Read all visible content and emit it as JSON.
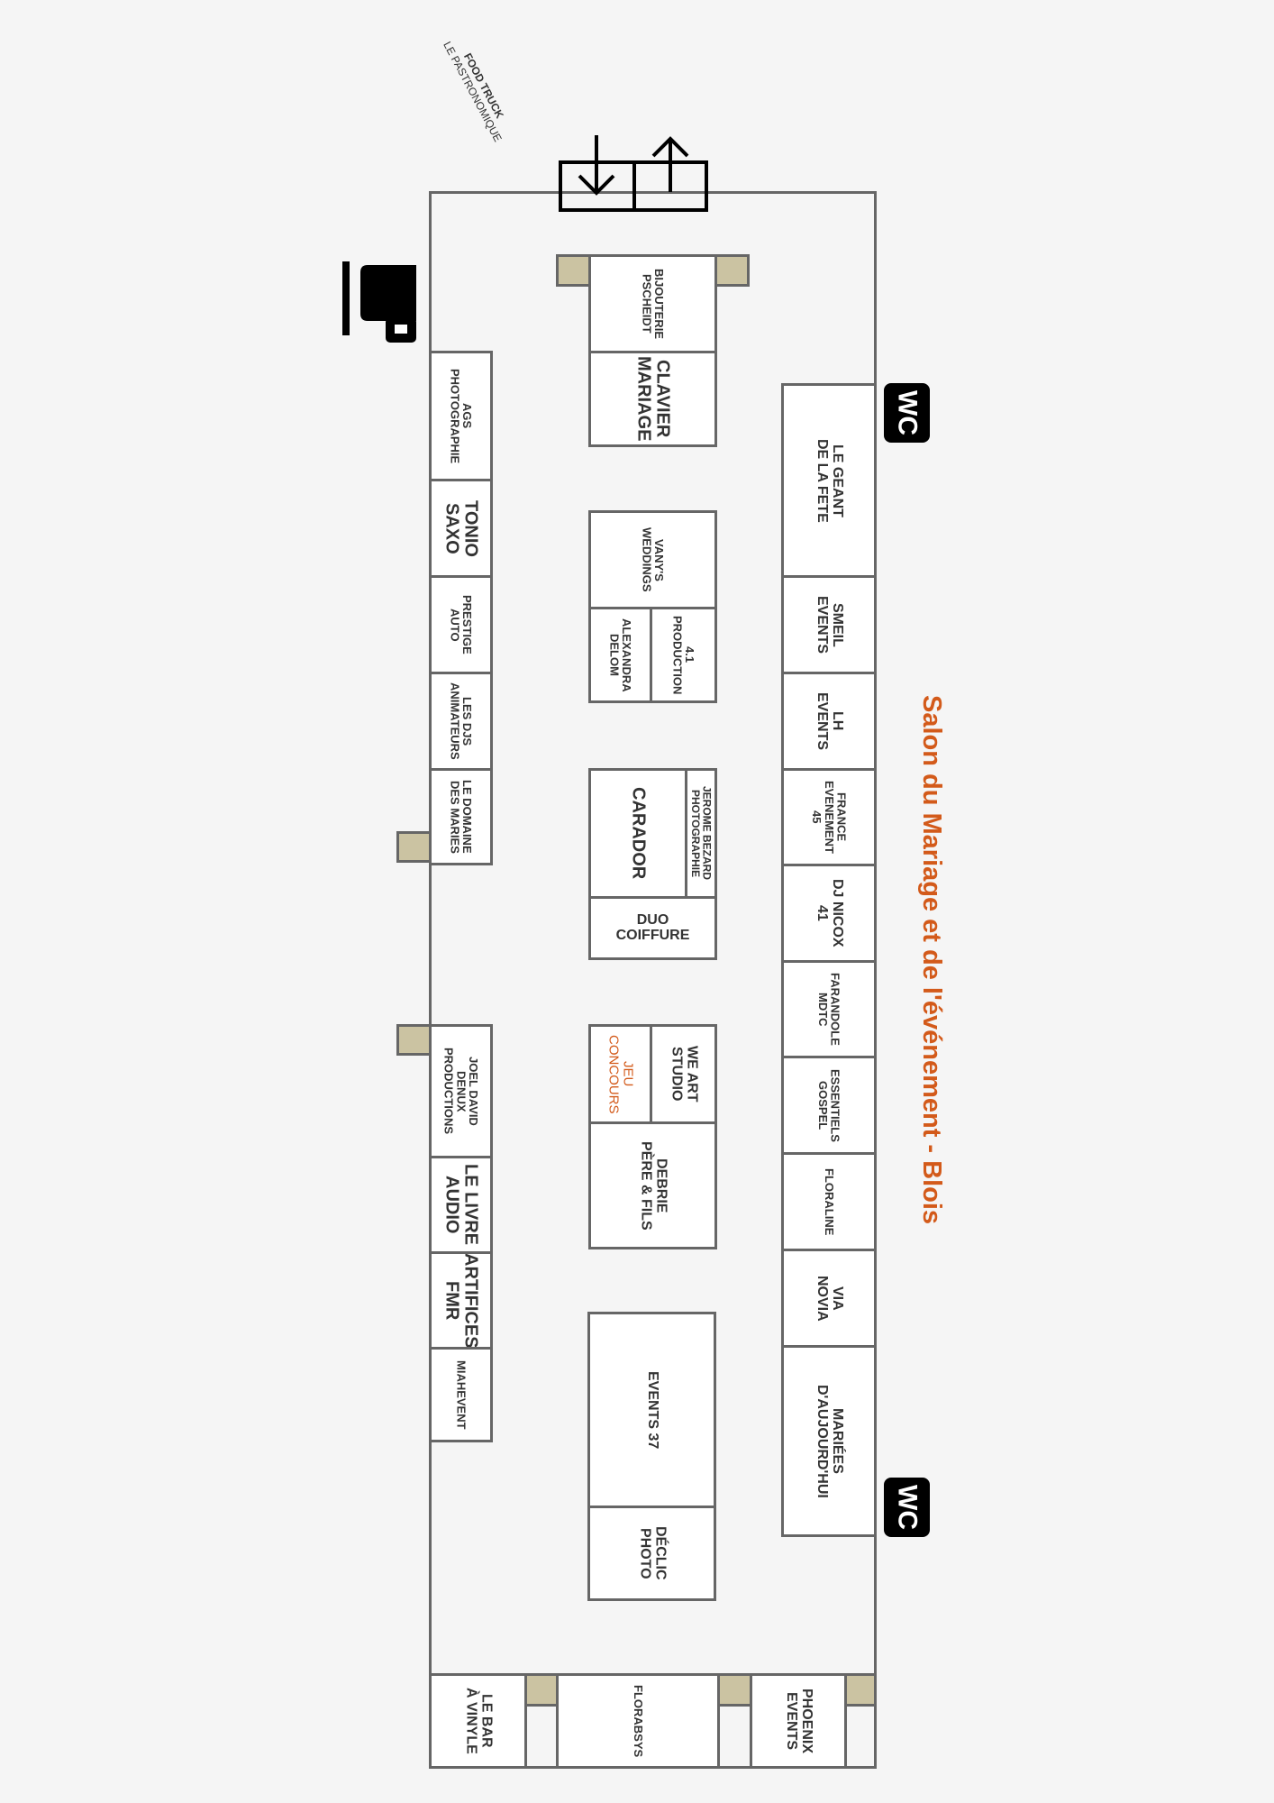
{
  "title": "Salon du Mariage et de l'événement - Blois",
  "food_truck": {
    "line1": "FOOD TRUCK",
    "line2": "LE PASTRONOMIQUE"
  },
  "wc_label": "WC",
  "colors": {
    "accent": "#d35a1a",
    "tab": "#cbc3a2",
    "wall": "#666666"
  },
  "icons": {
    "entrance": "entrance-arrow-icon",
    "exit": "exit-arrow-icon",
    "coffee": "coffee-cup-icon"
  },
  "left": [
    "AGS\nPHOTOGRAPHIE",
    "TONIO\nSAXO",
    "PRESTIGE\nAUTO",
    "LES DJS\nANIMATEURS",
    "LE DOMAINE\nDES MARIES",
    "JOEL DAVID\nDENUX\nPRODUCTIONS",
    "LE LIVRE\nAUDIO",
    "ARTIFICES\nFMR",
    "MIAHEVENT"
  ],
  "center": [
    "BIJOUTERIE\nPSCHEIDT",
    "CLAVIER\nMARIAGE",
    "VANY'S\nWEDDINGS",
    "4.1\nPRODUCTION",
    "ALEXANDRA\nDELOM",
    "CARADOR",
    "JEROME BEZARD\nPHOTOGRAPHIE",
    "DUO\nCOIFFURE",
    "WE ART\nSTUDIO",
    "JEU\nCONCOURS",
    "DEBRIE\nPÈRE & FILS",
    "EVENTS 37",
    "DÉCLIC\nPHOTO"
  ],
  "right": [
    "LE GEANT\nDE LA FETE",
    "SMEIL\nEVENTS",
    "LH\nEVENTS",
    "FRANCE\nEVENEMENT\n45",
    "DJ NICOX\n41",
    "FARANDOLE\nMDTC",
    "ESSENTIELS\nGOSPEL",
    "FLORALINE",
    "VIA\nNOVIA",
    "MARIÉES\nD'AUJOURD'HUI"
  ],
  "bottom": [
    "LE BAR\nÀ VINYLE",
    "FLORABSYS",
    "PHOENIX\nEVENTS"
  ]
}
